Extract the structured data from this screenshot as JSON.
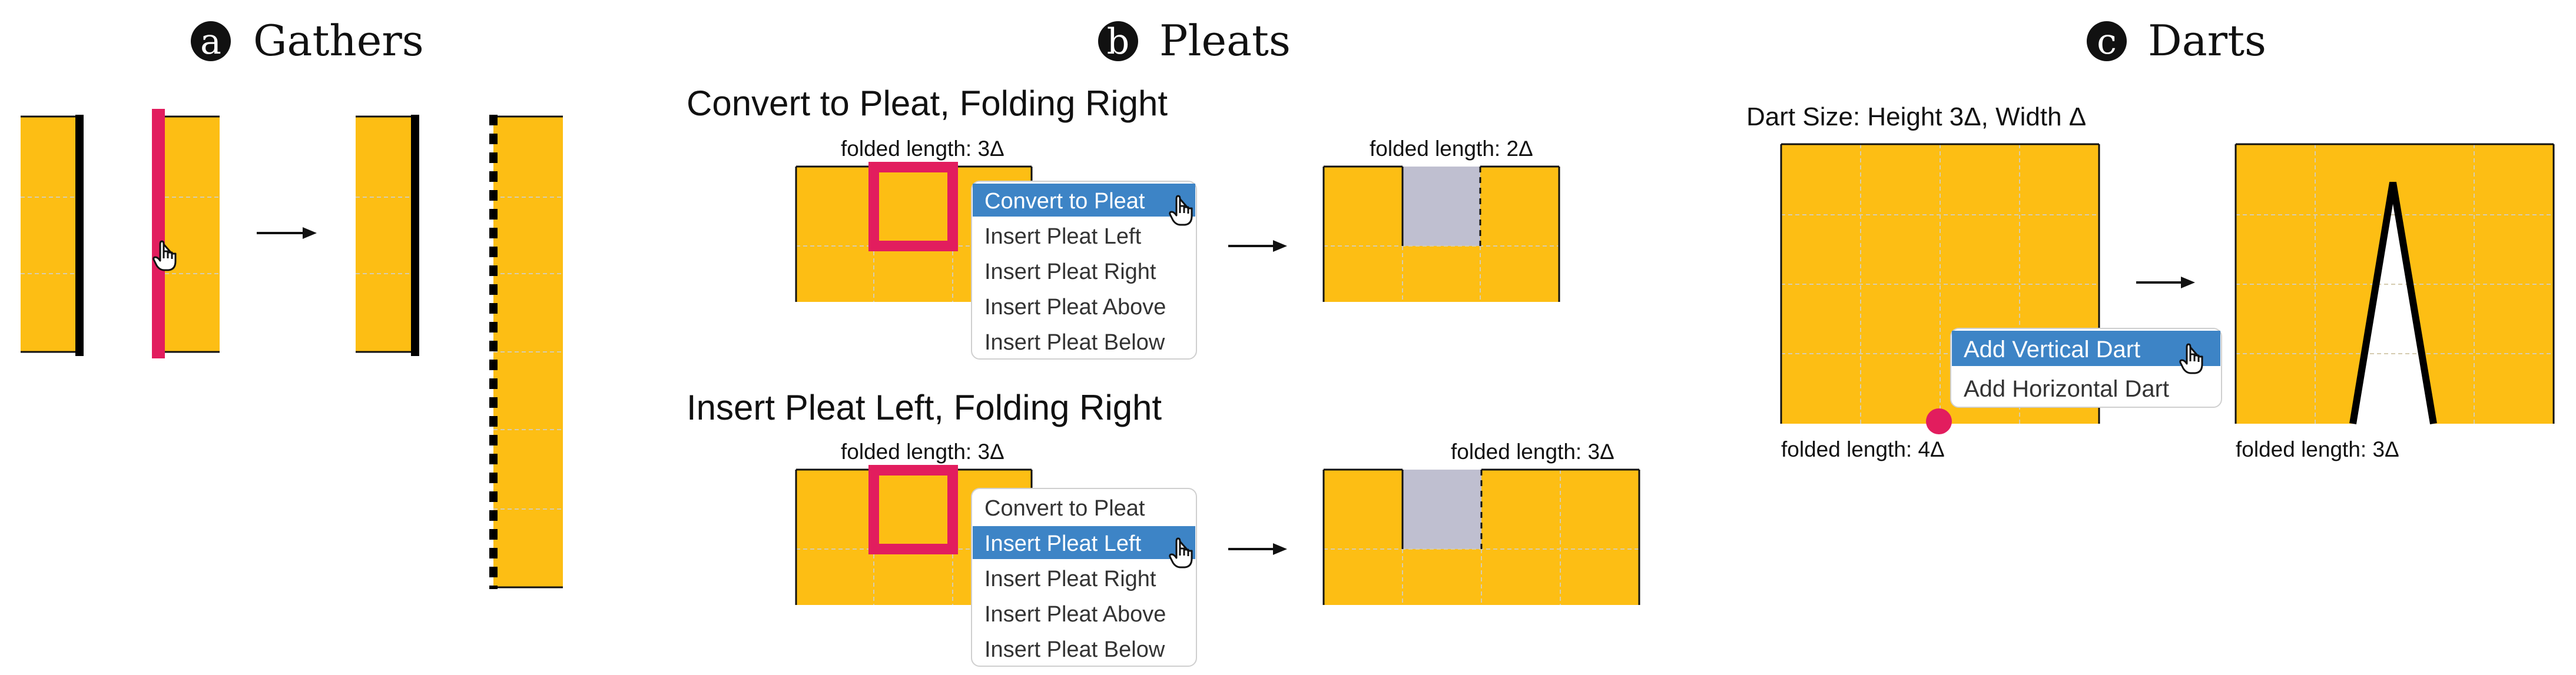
{
  "colors": {
    "fabric": "#FDBE14",
    "grid": "#D5CCB0",
    "highlight": "#E21D5E",
    "menu_selected": "#3D84C6",
    "fold_gray": "#BFBFD0",
    "seam": "#000000"
  },
  "panels": {
    "a": {
      "badge": "a",
      "title": "Gathers"
    },
    "b": {
      "badge": "b",
      "title": "Pleats",
      "top": {
        "subtitle": "Convert to Pleat, Folding Right",
        "before_label": "folded length: 3Δ",
        "after_label": "folded length: 2Δ",
        "selected_item": "Convert to Pleat"
      },
      "bottom": {
        "subtitle": "Insert Pleat Left, Folding Right",
        "before_label": "folded length: 3Δ",
        "after_label": "folded length: 3Δ",
        "selected_item": "Insert Pleat Left"
      },
      "menu_items": [
        "Convert to Pleat",
        "Insert Pleat Left",
        "Insert Pleat Right",
        "Insert Pleat Above",
        "Insert Pleat Below"
      ]
    },
    "c": {
      "badge": "c",
      "title": "Darts",
      "subtitle": "Dart Size: Height 3Δ, Width Δ",
      "before_label": "folded length: 4Δ",
      "after_label": "folded length: 3Δ",
      "menu_items": [
        "Add Vertical Dart",
        "Add Horizontal Dart"
      ],
      "selected_item": "Add Vertical Dart"
    }
  },
  "icons": [
    "pointing-hand-cursor-icon",
    "right-arrow-icon"
  ]
}
